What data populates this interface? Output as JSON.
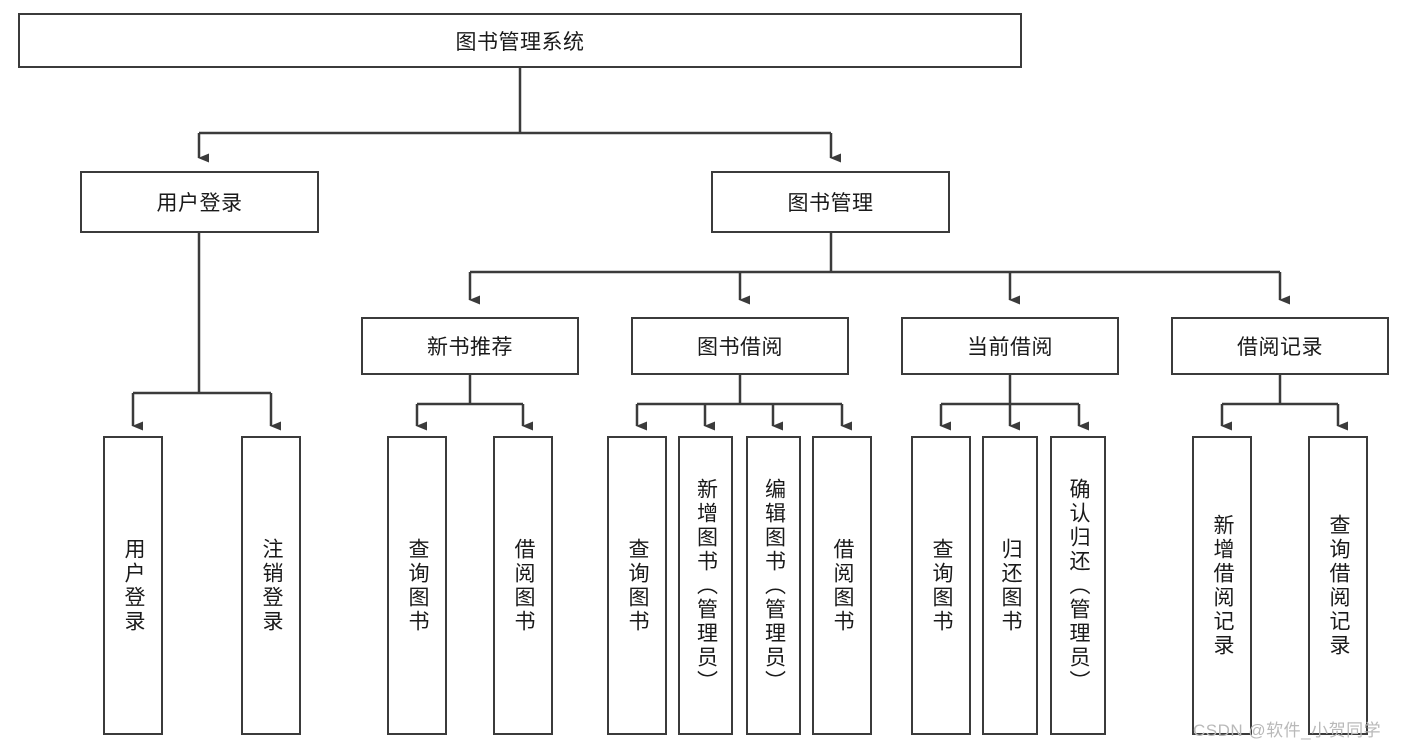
{
  "diagram": {
    "type": "tree-hierarchy",
    "title": "图书管理系统",
    "root": {
      "id": "root",
      "label": "图书管理系统",
      "orientation": "horizontal"
    },
    "level1": [
      {
        "id": "user-login",
        "label": "用户登录",
        "orientation": "horizontal"
      },
      {
        "id": "book-manage",
        "label": "图书管理",
        "orientation": "horizontal"
      }
    ],
    "level2": [
      {
        "id": "new-book-recommend",
        "label": "新书推荐",
        "orientation": "horizontal",
        "parent": "book-manage"
      },
      {
        "id": "book-borrow",
        "label": "图书借阅",
        "orientation": "horizontal",
        "parent": "book-manage"
      },
      {
        "id": "current-borrow",
        "label": "当前借阅",
        "orientation": "horizontal",
        "parent": "book-manage"
      },
      {
        "id": "borrow-record",
        "label": "借阅记录",
        "orientation": "horizontal",
        "parent": "book-manage"
      }
    ],
    "leaves": [
      {
        "id": "leaf-user-login",
        "label": "用户登录",
        "parent": "user-login"
      },
      {
        "id": "leaf-logout-login",
        "label": "注销登录",
        "parent": "user-login"
      },
      {
        "id": "leaf-query-book-1",
        "label": "查询图书",
        "parent": "new-book-recommend"
      },
      {
        "id": "leaf-borrow-book-1",
        "label": "借阅图书",
        "parent": "new-book-recommend"
      },
      {
        "id": "leaf-query-book-2",
        "label": "查询图书",
        "parent": "book-borrow"
      },
      {
        "id": "leaf-add-book",
        "label": "新增图书（管理员）",
        "parent": "book-borrow"
      },
      {
        "id": "leaf-edit-book",
        "label": "编辑图书（管理员）",
        "parent": "book-borrow"
      },
      {
        "id": "leaf-borrow-book-2",
        "label": "借阅图书",
        "parent": "book-borrow"
      },
      {
        "id": "leaf-query-book-3",
        "label": "查询图书",
        "parent": "current-borrow"
      },
      {
        "id": "leaf-return-book",
        "label": "归还图书",
        "parent": "current-borrow"
      },
      {
        "id": "leaf-confirm-return",
        "label": "确认归还（管理员）",
        "parent": "current-borrow"
      },
      {
        "id": "leaf-add-record",
        "label": "新增借阅记录",
        "parent": "borrow-record"
      },
      {
        "id": "leaf-query-record",
        "label": "查询借阅记录",
        "parent": "borrow-record"
      }
    ],
    "watermark": "CSDN @软件_小贺同学",
    "colors": {
      "stroke": "#3b3b3b",
      "fill": "#ffffff",
      "text": "#1a1a1a",
      "watermark": "#b9b9b9"
    }
  }
}
